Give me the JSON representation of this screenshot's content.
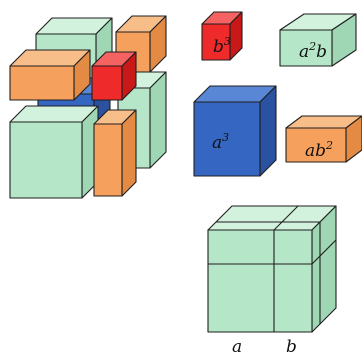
{
  "colors": {
    "green_front": "#b5e6c8",
    "green_top": "#d3f2de",
    "green_side": "#9fd6b4",
    "orange_front": "#f5a05c",
    "orange_top": "#f8be89",
    "orange_side": "#e38a45",
    "red_front": "#ee2a2a",
    "red_top": "#f46262",
    "red_side": "#c81818",
    "blue_front": "#3566c2",
    "blue_top": "#5a86d6",
    "blue_side": "#2a52a0",
    "stroke": "#1f1f1f"
  },
  "labels": {
    "b_cubed": {
      "base": "b",
      "sup": "3"
    },
    "a_sq_b": {
      "base1": "a",
      "sup": "2",
      "base2": "b"
    },
    "a_cubed": {
      "base": "a",
      "sup": "3"
    },
    "a_b_sq": {
      "base1": "a",
      "base2": "b",
      "sup": "2"
    },
    "axis_a": "a",
    "axis_b": "b"
  }
}
